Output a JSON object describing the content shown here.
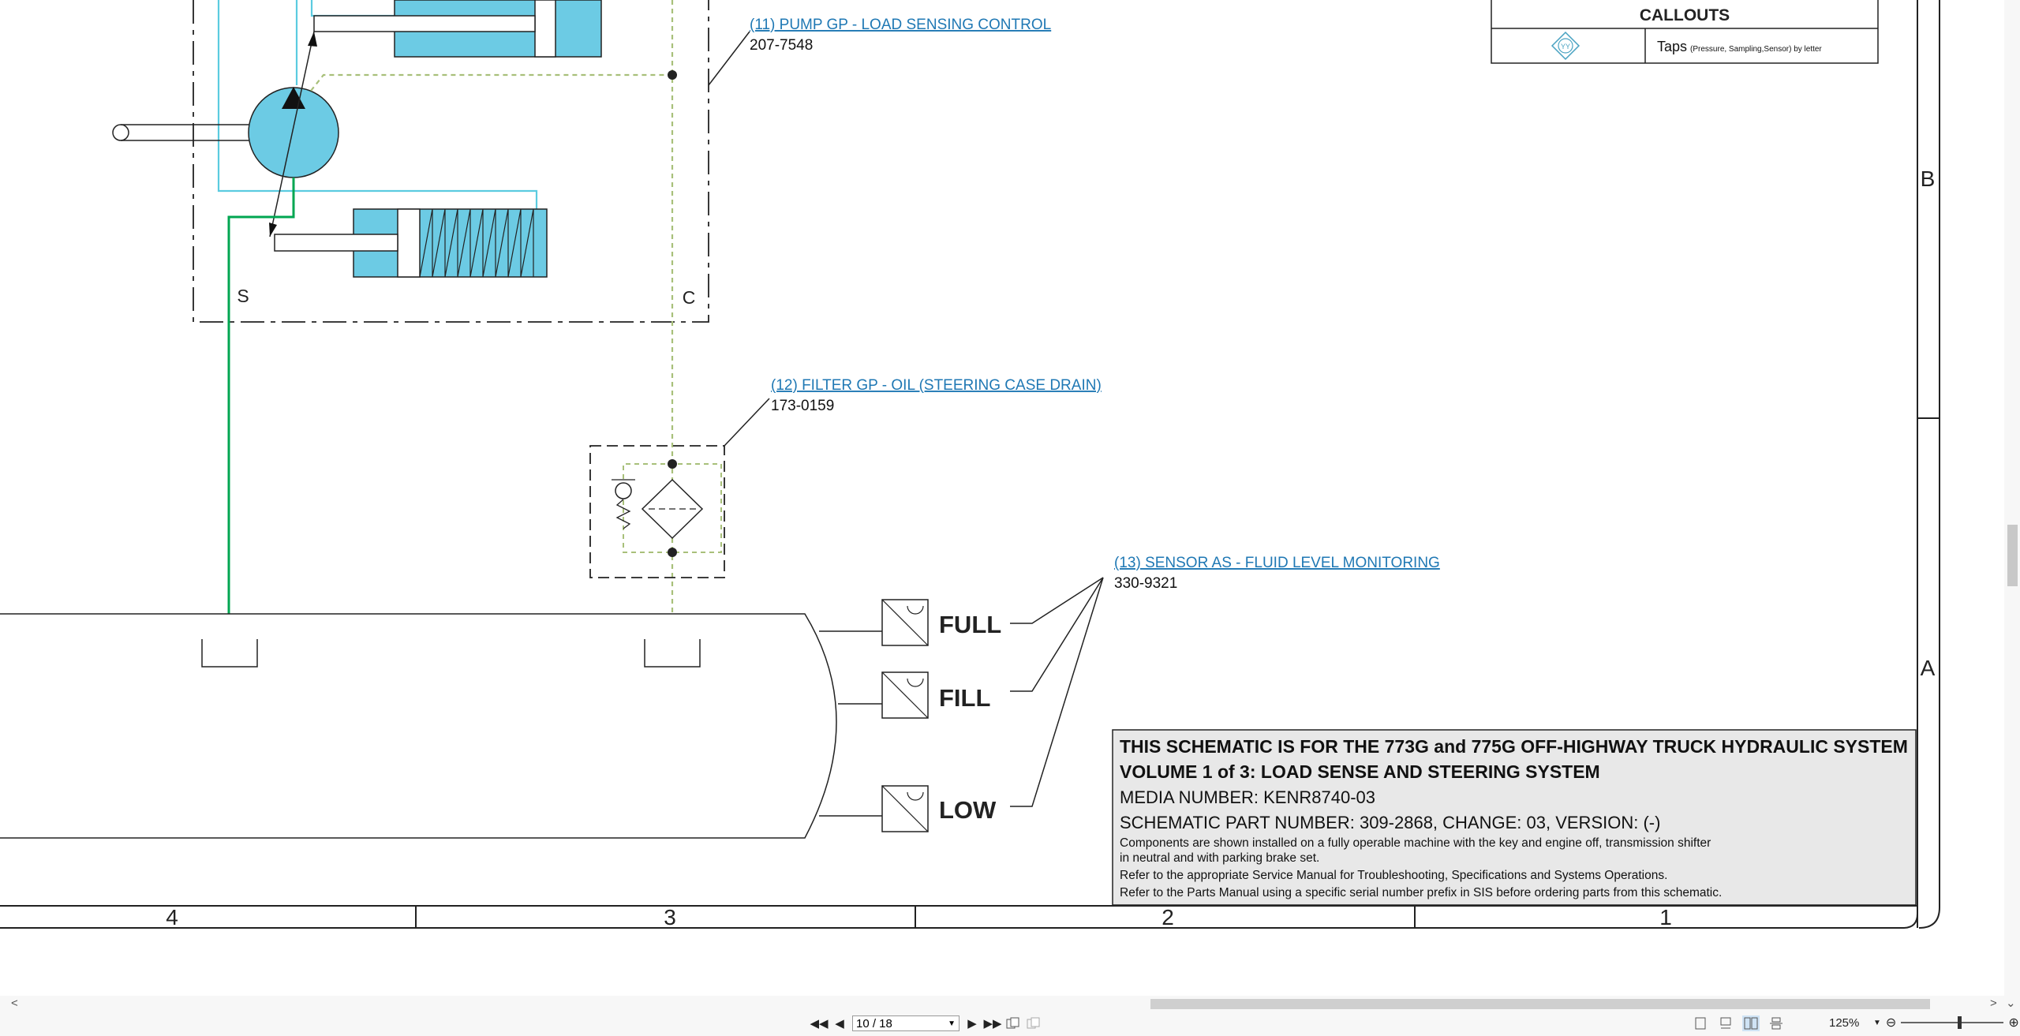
{
  "callouts": {
    "title": "CALLOUTS",
    "symbol_text": "YY",
    "taps_label": "Taps",
    "taps_note": "(Pressure, Sampling,Sensor) by letter"
  },
  "components": {
    "pump": {
      "label": "(11) PUMP GP - LOAD SENSING CONTROL",
      "part": "207-7548"
    },
    "filter": {
      "label": "(12) FILTER GP - OIL (STEERING CASE DRAIN)",
      "part": "173-0159"
    },
    "sensor": {
      "label": "(13) SENSOR AS - FLUID LEVEL MONITORING",
      "part": "330-9321"
    }
  },
  "ports": {
    "s": "S",
    "c": "C"
  },
  "levels": {
    "full": "FULL",
    "fill": "FILL",
    "low": "LOW"
  },
  "zones": {
    "b": "B",
    "a": "A"
  },
  "columns": [
    "4",
    "3",
    "2",
    "1"
  ],
  "title_block": {
    "line1": "THIS SCHEMATIC IS FOR THE 773G and 775G OFF-HIGHWAY TRUCK HYDRAULIC SYSTEM",
    "line2": "VOLUME 1 of 3: LOAD SENSE AND STEERING SYSTEM",
    "media": "MEDIA NUMBER: KENR8740-03",
    "part": "SCHEMATIC PART NUMBER: 309-2868, CHANGE: 03, VERSION: (-)",
    "note1": "Components are shown installed on a fully operable machine with the key and engine off, transmission shifter",
    "note2": "in neutral and with parking brake set.",
    "note3": "Refer to the appropriate Service Manual for Troubleshooting, Specifications and Systems Operations.",
    "note4": "Refer to the Parts Manual using a specific serial number prefix in SIS before ordering parts from this schematic."
  },
  "viewer": {
    "page_indicator": "10 / 18",
    "zoom": "125%"
  },
  "colors": {
    "pressure_line": "#00a651",
    "supply_line": "#5bcbe0",
    "drain_line": "#a8c07a",
    "fill": "#6ccbe4",
    "title_block_bg": "#e8e8e8",
    "link": "#1f78b4"
  }
}
